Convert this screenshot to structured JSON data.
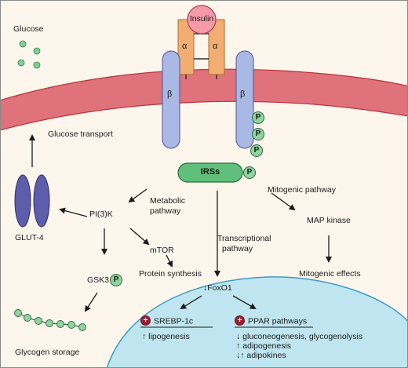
{
  "labels": {
    "glucose": "Glucose",
    "insulin": "Insulin",
    "alpha": "α",
    "beta": "β",
    "phospho": "P",
    "glucose_transport": "Glucose transport",
    "irs": "IRSs",
    "glut4": "GLUT-4",
    "pi3k": "PI(3)K",
    "metabolic_pathway": [
      "Metabolic",
      "pathway"
    ],
    "mitogenic_pathway": "Mitogenic pathway",
    "map_kinase": "MAP kinase",
    "mtor": "mTOR",
    "protein_synthesis": "Protein synthesis",
    "transcriptional_pathway": [
      "Transcriptional",
      "pathway"
    ],
    "mitogenic_effects": "Mitogenic effects",
    "gsk3": "GSK3",
    "foxo1": "↓FoxO1",
    "glycogen_storage": "Glycogen storage",
    "srebp": "SREBP-1c",
    "lipogenesis": "↑ lipogenesis",
    "ppar": "PPAR pathways",
    "ppar_effects": [
      "↓ gluconeogenesis, glycogenolysis",
      "↑ adipogenesis",
      "↓↑ adipokines"
    ],
    "plus": "+"
  },
  "colors": {
    "background": "#fdf6ec",
    "membrane": "#e0727b",
    "membrane_edge": "#b8323e",
    "alpha_subunit": "#f2ae72",
    "beta_subunit": "#aab8e6",
    "insulin": "#f49aa8",
    "irs": "#5fbf7b",
    "phospho": "#8fd3a0",
    "glut4": "#5c5eab",
    "nucleus": "#bfe6f0",
    "nucleus_edge": "#3d9cc2",
    "glucose_dot": "#7fcf97",
    "glycogen": "#8fd3a0"
  }
}
